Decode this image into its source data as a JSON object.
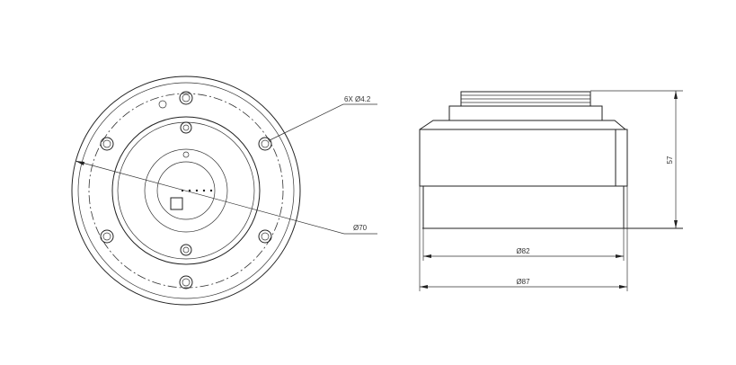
{
  "labels": {
    "holes": "6X Ø4.2",
    "bolt_circle": "Ø70",
    "diameter_inner": "Ø82",
    "diameter_outer": "Ø87",
    "height": "57"
  }
}
